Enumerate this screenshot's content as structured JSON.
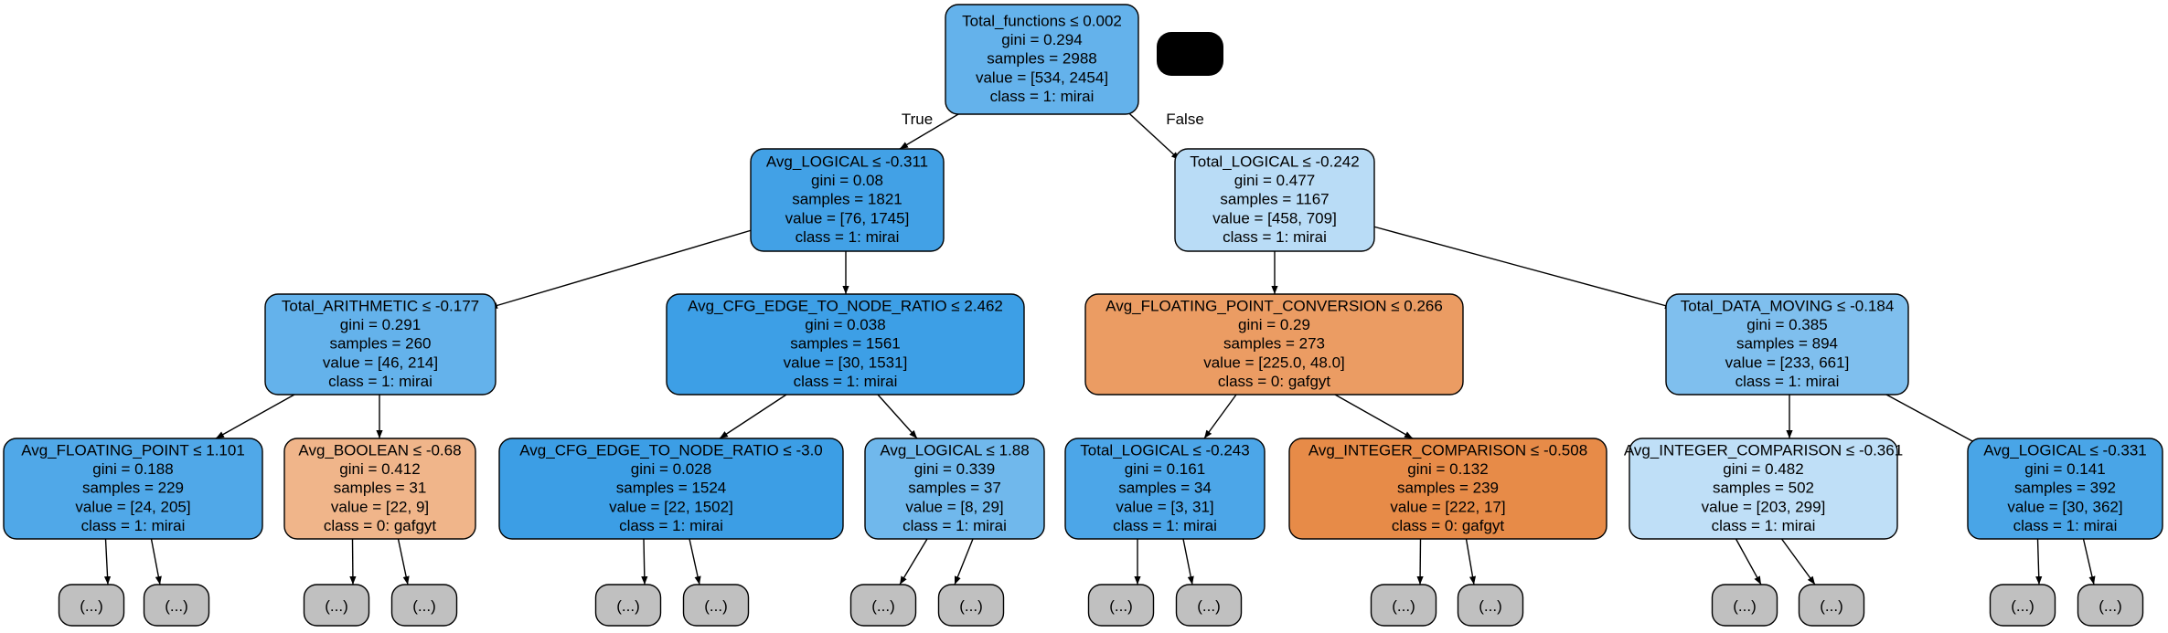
{
  "tree": {
    "nodes": [
      {
        "id": "n0",
        "lines": [
          "Total_functions ≤ 0.002",
          "gini = 0.294",
          "samples = 2988",
          "value = [534, 2454]",
          "class = 1: mirai"
        ],
        "fill": "#64b2eb"
      },
      {
        "id": "n1",
        "lines": [
          "Avg_LOGICAL ≤ -0.311",
          "gini = 0.08",
          "samples = 1821",
          "value = [76, 1745]",
          "class = 1: mirai"
        ],
        "fill": "#42a1e6"
      },
      {
        "id": "n2",
        "lines": [
          "Total_LOGICAL ≤ -0.242",
          "gini = 0.477",
          "samples = 1167",
          "value = [458, 709]",
          "class = 1: mirai"
        ],
        "fill": "#b9dcf6"
      },
      {
        "id": "n3",
        "lines": [
          "Total_ARITHMETIC ≤ -0.177",
          "gini = 0.291",
          "samples = 260",
          "value = [46, 214]",
          "class = 1: mirai"
        ],
        "fill": "#64b2eb"
      },
      {
        "id": "n4",
        "lines": [
          "Avg_CFG_EDGE_TO_NODE_RATIO ≤ 2.462",
          "gini = 0.038",
          "samples = 1561",
          "value = [30, 1531]",
          "class = 1: mirai"
        ],
        "fill": "#3d9fe6"
      },
      {
        "id": "n5",
        "lines": [
          "Avg_FLOATING_POINT_CONVERSION ≤ 0.266",
          "gini = 0.29",
          "samples = 273",
          "value = [225.0, 48.0]",
          "class = 0: gafgyt"
        ],
        "fill": "#eb9c63"
      },
      {
        "id": "n6",
        "lines": [
          "Total_DATA_MOVING ≤ -0.184",
          "gini = 0.385",
          "samples = 894",
          "value = [233, 661]",
          "class = 1: mirai"
        ],
        "fill": "#7fbfee"
      },
      {
        "id": "n7",
        "lines": [
          "Avg_FLOATING_POINT ≤ 1.101",
          "gini = 0.188",
          "samples = 229",
          "value = [24, 205]",
          "class = 1: mirai"
        ],
        "fill": "#50a8e8"
      },
      {
        "id": "n8",
        "lines": [
          "Avg_BOOLEAN ≤ -0.68",
          "gini = 0.412",
          "samples = 31",
          "value = [22, 9]",
          "class = 0: gafgyt"
        ],
        "fill": "#f0b58a"
      },
      {
        "id": "n9",
        "lines": [
          "Avg_CFG_EDGE_TO_NODE_RATIO ≤ -3.0",
          "gini = 0.028",
          "samples = 1524",
          "value = [22, 1502]",
          "class = 1: mirai"
        ],
        "fill": "#3c9ee5"
      },
      {
        "id": "n10",
        "lines": [
          "Avg_LOGICAL ≤ 1.88",
          "gini = 0.339",
          "samples = 37",
          "value = [8, 29]",
          "class = 1: mirai"
        ],
        "fill": "#70b8ec"
      },
      {
        "id": "n11",
        "lines": [
          "Total_LOGICAL ≤ -0.243",
          "gini = 0.161",
          "samples = 34",
          "value = [3, 31]",
          "class = 1: mirai"
        ],
        "fill": "#4ca6e8"
      },
      {
        "id": "n12",
        "lines": [
          "Avg_INTEGER_COMPARISON ≤ -0.508",
          "gini = 0.132",
          "samples = 239",
          "value = [222, 17]",
          "class = 0: gafgyt"
        ],
        "fill": "#e78b48"
      },
      {
        "id": "n13",
        "lines": [
          "Avg_INTEGER_COMPARISON ≤ -0.361",
          "gini = 0.482",
          "samples = 502",
          "value = [203, 299]",
          "class = 1: mirai"
        ],
        "fill": "#bfdff7"
      },
      {
        "id": "n14",
        "lines": [
          "Avg_LOGICAL ≤ -0.331",
          "gini = 0.141",
          "samples = 392",
          "value = [30, 362]",
          "class = 1: mirai"
        ],
        "fill": "#49a5e7"
      }
    ],
    "leaf_label": "(...)",
    "leaf_fill": "#c0c0c0",
    "legend_fill": "#000000",
    "edge_labels": {
      "true": "True",
      "false": "False"
    }
  }
}
